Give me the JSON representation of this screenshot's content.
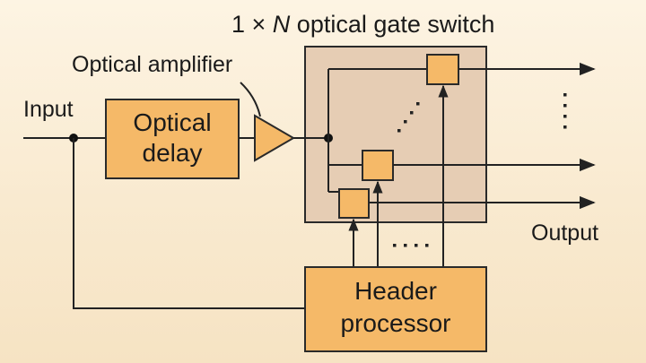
{
  "labels": {
    "switch_title_prefix": "1 × ",
    "switch_title_var": "N",
    "switch_title_suffix": " optical gate switch",
    "optical_amplifier": "Optical amplifier",
    "input": "Input",
    "output": "Output",
    "optical_delay_line1": "Optical",
    "optical_delay_line2": "delay",
    "header_processor_line1": "Header",
    "header_processor_line2": "processor",
    "vertical_ellipsis": "⋮",
    "horizontal_ellipsis": "····"
  },
  "colors": {
    "block_fill": "#f5b968",
    "switch_fill": "#e6cdb4",
    "line": "#222222"
  }
}
